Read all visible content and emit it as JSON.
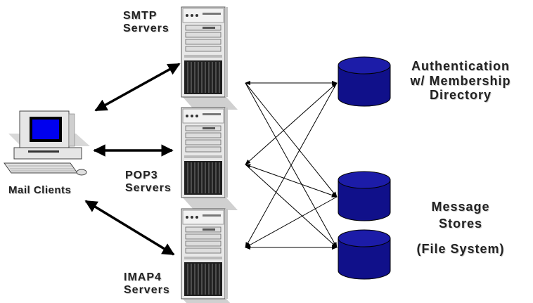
{
  "labels": {
    "smtp_line1": "SMTP",
    "smtp_line2": "Servers",
    "pop3_line1": "POP3",
    "pop3_line2": "Servers",
    "imap4_line1": "IMAP4",
    "imap4_line2": "Servers",
    "mail_clients": "Mail Clients",
    "auth_line1": "Authentication",
    "auth_line2": "w/ Membership",
    "auth_line3": "Directory",
    "store_line1": "Message",
    "store_line2": "Stores",
    "store_line3": "(File System)"
  },
  "colors": {
    "database_fill": "#10108a",
    "database_top": "#1c1ca8",
    "screen": "#0000ee",
    "server_body": "#e6e6e6",
    "shadow": "#d0d0d0",
    "arrow": "#000000"
  },
  "icons": [
    "computer-icon",
    "server-icon",
    "database-icon"
  ]
}
